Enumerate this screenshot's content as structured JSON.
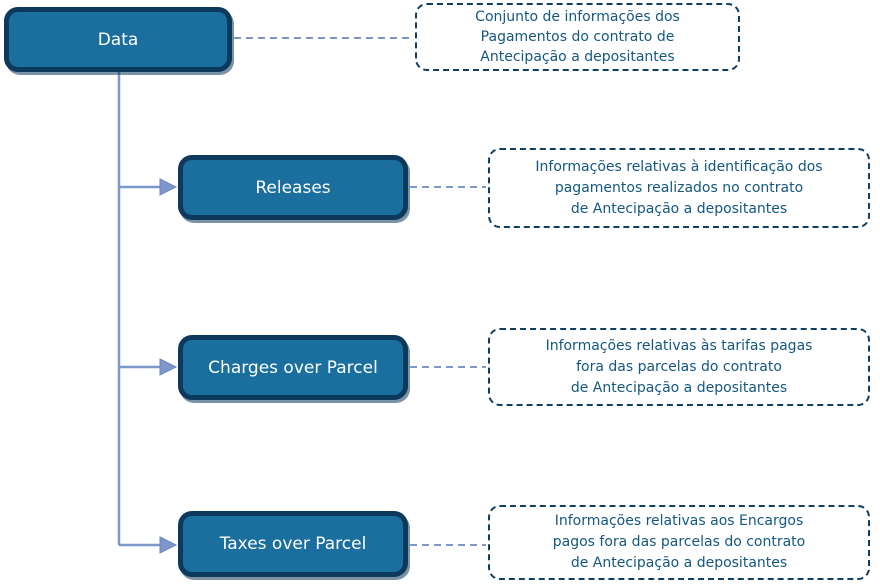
{
  "colors": {
    "node_fill": "#1a6f9e",
    "node_border": "#0d3a5c",
    "node_text": "#ffffff",
    "note_border": "#0e3f63",
    "note_text": "#14587f",
    "connector": "#7d97cb",
    "canvas_bg": "#ffffff"
  },
  "root": {
    "label": "Data",
    "note_lines": [
      "Conjunto de informações dos",
      "Pagamentos do contrato de",
      "Antecipação a depositantes"
    ]
  },
  "children": [
    {
      "label": "Releases",
      "note_lines": [
        "Informações relativas à identificação dos",
        "pagamentos realizados no contrato",
        "de Antecipação a depositantes"
      ]
    },
    {
      "label": "Charges over Parcel",
      "note_lines": [
        "Informações relativas às tarifas pagas",
        "fora das parcelas do contrato",
        "de Antecipação a depositantes"
      ]
    },
    {
      "label": "Taxes over Parcel",
      "note_lines": [
        "Informações relativas aos Encargos",
        "pagos fora das parcelas do contrato",
        "de Antecipação a depositantes"
      ]
    }
  ]
}
